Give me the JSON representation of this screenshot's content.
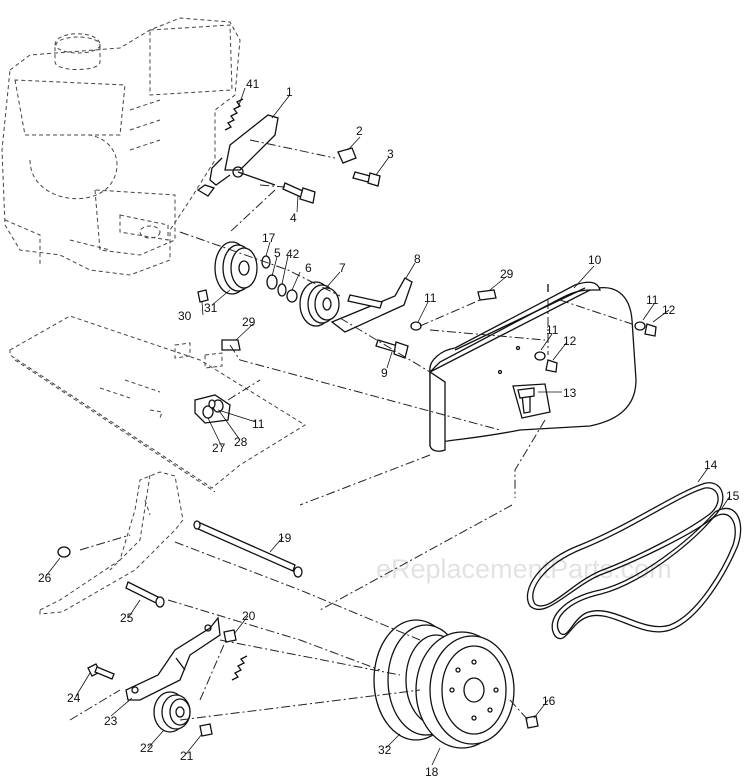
{
  "watermark": "eReplacementParts.com",
  "callouts": [
    "1",
    "2",
    "3",
    "4",
    "5",
    "6",
    "7",
    "8",
    "9",
    "10",
    "11",
    "11",
    "11",
    "11",
    "12",
    "12",
    "13",
    "14",
    "15",
    "16",
    "17",
    "18",
    "19",
    "20",
    "21",
    "22",
    "23",
    "24",
    "25",
    "26",
    "27",
    "28",
    "29",
    "29",
    "30",
    "31",
    "32",
    "41",
    "42"
  ]
}
